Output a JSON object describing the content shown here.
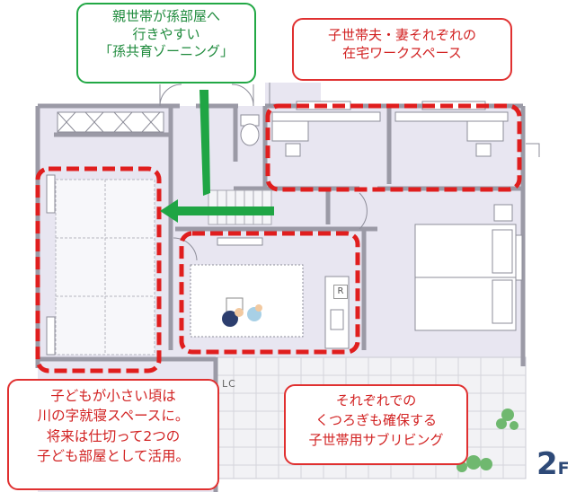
{
  "callouts": {
    "grandchild_zoning": [
      "親世帯が孫部屋へ",
      "行きやすい",
      "「孫共育ゾーニング」"
    ],
    "work_space": [
      "子世帯夫・妻それぞれの",
      "在宅ワークスペース"
    ],
    "kids_room": [
      "子どもが小さい頃は",
      "川の字就寝スペースに。",
      "将来は仕切って2つの",
      "子ども部屋として活用。"
    ],
    "sub_living": [
      "それぞれでの",
      "くつろぎも確保する",
      "子世帯用サブリビング"
    ]
  },
  "floor_label": {
    "number": "2",
    "unit": "F"
  },
  "room_labels": {
    "linen_closet": "LC",
    "refrigerator": "R"
  },
  "colors": {
    "zone_outline": "#e01e1e",
    "arrow": "#1fa544",
    "floor_label": "#2e4a78",
    "plan_fill": "#e8e6f1",
    "wall": "#9b9aa6"
  }
}
